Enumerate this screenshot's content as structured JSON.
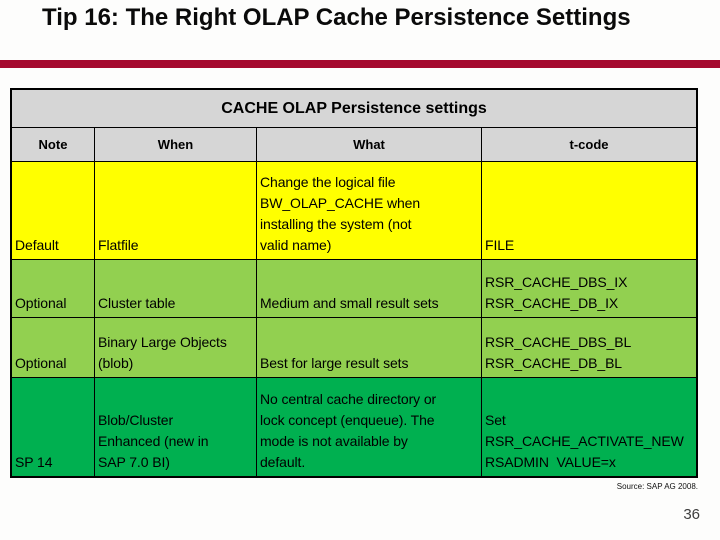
{
  "slide": {
    "title": "Tip 16: The Right OLAP Cache Persistence Settings",
    "source_note": "Source: SAP AG 2008.",
    "page_number": "36"
  },
  "table": {
    "caption": "CACHE OLAP Persistence settings",
    "columns": {
      "note": "Note",
      "when": "When",
      "what": "What",
      "tcode": "t-code"
    },
    "rows": [
      {
        "note": "Default",
        "when": "Flatfile",
        "what": "Change the logical file\nBW_OLAP_CACHE when\ninstalling the system (not\nvalid name)",
        "tcode": "FILE",
        "color": "#FFFF00"
      },
      {
        "note": "Optional",
        "when": "Cluster table",
        "what": "Medium and small result sets",
        "tcode": "RSR_CACHE_DBS_IX\nRSR_CACHE_DB_IX",
        "color": "#92D050"
      },
      {
        "note": "Optional",
        "when": "Binary Large Objects\n(blob)",
        "what": "Best for large result sets",
        "tcode": "RSR_CACHE_DBS_BL\nRSR_CACHE_DB_BL",
        "color": "#92D050"
      },
      {
        "note": "SP 14",
        "when": "Blob/Cluster\nEnhanced (new in\nSAP 7.0 BI)",
        "what": "No central cache directory or\nlock concept (enqueue). The\nmode is not available by\ndefault.",
        "tcode": "Set\nRSR_CACHE_ACTIVATE_NEW\nRSADMIN  VALUE=x",
        "color": "#00B050"
      }
    ]
  },
  "colors": {
    "accent_bar": "#A50A2F",
    "header_fill": "#D6D6D6",
    "row_yellow": "#FFFF00",
    "row_green": "#92D050",
    "row_dark_green": "#00B050"
  }
}
